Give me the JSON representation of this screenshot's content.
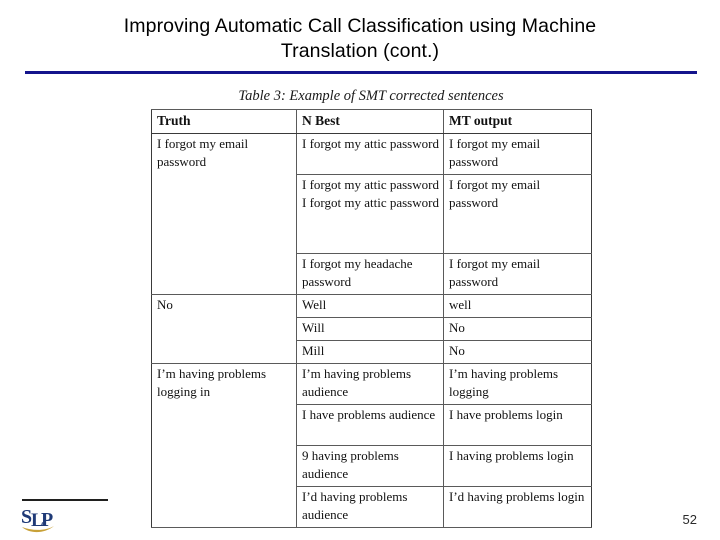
{
  "slide": {
    "title": "Improving Automatic Call Classification using Machine Translation (cont.)",
    "title_line1": "Improving Automatic Call Classification using Machine",
    "title_line2": "Translation (cont.)",
    "divider_color": "#14148c",
    "page_number": "52"
  },
  "logo": {
    "name": "SLP",
    "letters": "SLP",
    "text_color": "#1f3a77",
    "swoosh_color": "#c8a138"
  },
  "table": {
    "caption": "Table 3: Example of SMT corrected sentences",
    "columns": [
      "Truth",
      "N Best",
      "MT output"
    ],
    "rows": [
      {
        "truth": "I forgot my email password",
        "nbest": "I forgot my attic password",
        "mt": "I forgot my email password"
      },
      {
        "truth": "",
        "nbest": "I forgot my attic password I forgot my attic password",
        "nbest_a": "I forgot my attic password",
        "nbest_b": "I forgot my attic password",
        "mt_a": "I forgot my email password",
        "mt_b": "I forgot my email password"
      },
      {
        "truth": "",
        "nbest": "I forgot my headache password",
        "mt": "I forgot my email password"
      },
      {
        "truth": "No",
        "nbest": "Well",
        "mt": "well"
      },
      {
        "truth": "",
        "nbest": "Will",
        "mt": "No"
      },
      {
        "truth": "",
        "nbest": "Mill",
        "mt": "No"
      },
      {
        "truth": "I’m having problems logging in",
        "nbest": "I’m having problems audience",
        "mt": "I’m having problems logging"
      },
      {
        "truth": "",
        "nbest": "I have problems audience",
        "mt": "I have problems login"
      },
      {
        "truth": "",
        "nbest": "9 having problems audience",
        "mt": "I having problems login"
      },
      {
        "truth": "",
        "nbest": "I’d having problems audience",
        "mt": "I’d having problems login"
      }
    ]
  }
}
